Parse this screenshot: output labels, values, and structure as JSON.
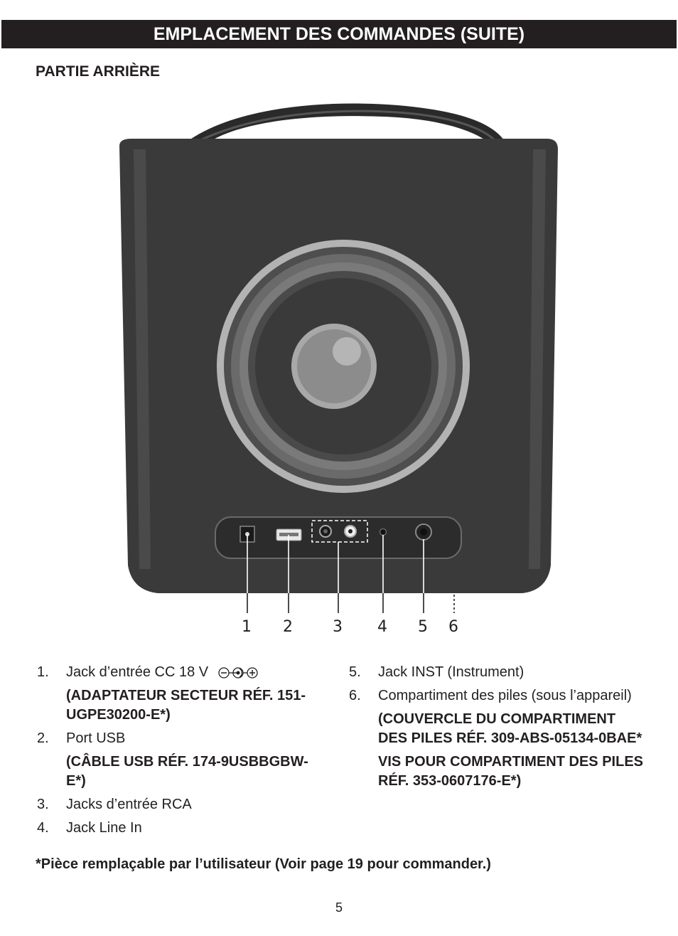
{
  "header": {
    "title": "EMPLACEMENT DES COMMANDES (SUITE)"
  },
  "section_title": "PARTIE ARRIÈRE",
  "figure": {
    "callouts": [
      "1",
      "2",
      "3",
      "4",
      "5",
      "6"
    ]
  },
  "items_left": [
    {
      "num": "1.",
      "text": "Jack d’entrée CC 18 V",
      "bold": [
        "(ADAPTATEUR SECTEUR RÉF. 151-UGPE30200-E*)"
      ]
    },
    {
      "num": "2.",
      "text": "Port USB",
      "bold": [
        "(CÂBLE USB RÉF. 174-9USBBGBW-E*)"
      ]
    },
    {
      "num": "3.",
      "text": "Jacks d’entrée RCA"
    },
    {
      "num": "4.",
      "text": "Jack Line In"
    }
  ],
  "items_right": [
    {
      "num": "5.",
      "text": "Jack INST (Instrument)"
    },
    {
      "num": "6.",
      "text": "Compartiment des piles (sous l’appareil)",
      "bold": [
        "(COUVERCLE DU COMPARTIMENT DES PILES RÉF. 309-ABS-05134-0BAE*",
        "VIS POUR COMPARTIMENT DES PILES RÉF. 353-0607176-E*)"
      ]
    }
  ],
  "footnote": "*Pièce remplaçable par l’utilisateur (Voir page 19 pour commander.)",
  "page_number": "5"
}
